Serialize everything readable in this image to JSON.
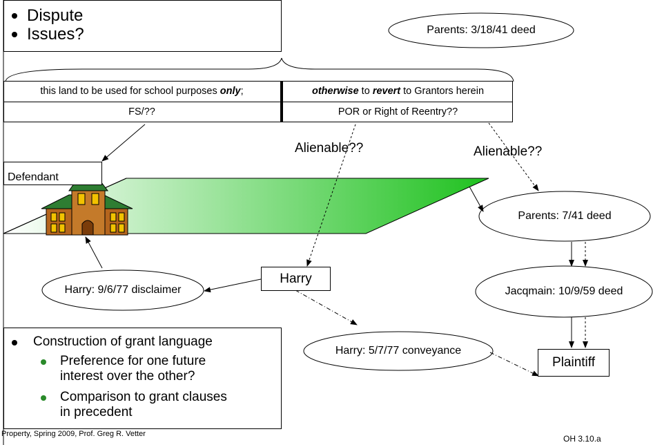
{
  "top_bullets": [
    "Dispute",
    "Issues?"
  ],
  "deed_parents_1941": "Parents: 3/18/41 deed",
  "clause": {
    "left_prefix": "this land to be used for school purposes ",
    "left_emphasis": "only",
    "left_suffix": ";",
    "right_em1": "otherwise",
    "right_mid1": " to ",
    "right_em2": "revert",
    "right_suffix": " to Grantors herein"
  },
  "interest_left": "FS/??",
  "interest_right": "POR or Right of Reentry??",
  "alienable_left": "Alienable??",
  "alienable_right": "Alienable??",
  "defendant": "Defendant",
  "parents_7_41": "Parents: 7/41 deed",
  "harry": "Harry",
  "harry_disclaimer": "Harry: 9/6/77 disclaimer",
  "jacqmain_deed": "Jacqmain: 10/9/59 deed",
  "harry_conveyance": "Harry: 5/7/77 conveyance",
  "plaintiff": "Plaintiff",
  "bottom_bullets": {
    "main": "Construction of grant language",
    "sub": [
      "Preference for one future interest over the other?",
      "Comparison to grant clauses in precedent"
    ]
  },
  "footer_left": "Property, Spring 2009, Prof. Greg R. Vetter",
  "footer_right": "OH 3.10.a",
  "colors": {
    "green_start": "#1fc11f",
    "green_end": "#ffffff",
    "school_roof": "#2e7d32",
    "school_wall": "#b5651d"
  }
}
